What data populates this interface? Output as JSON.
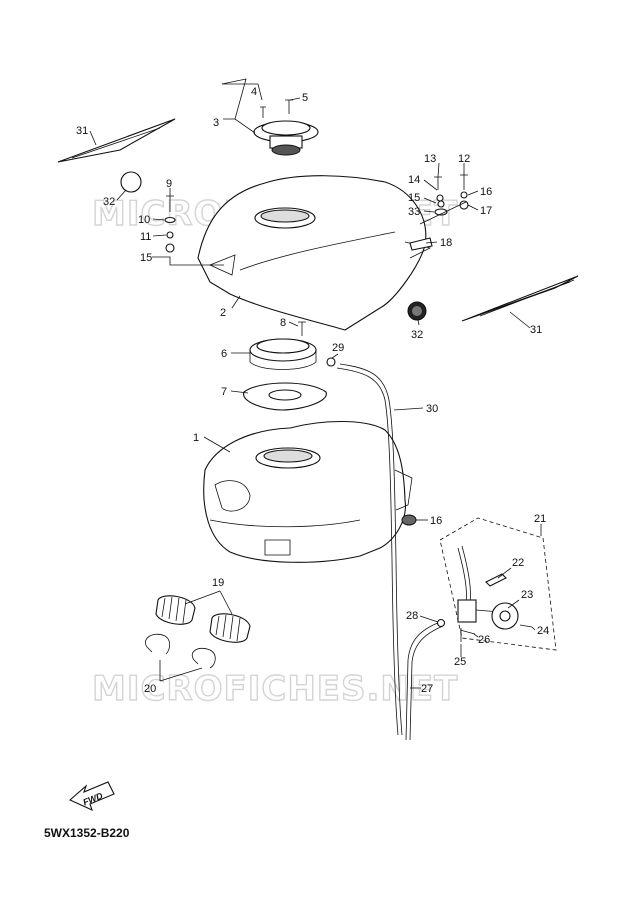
{
  "watermark": "MICROFICHES.NET",
  "diagram_code": "5WX1352-B220",
  "fwd_label": "FWD",
  "callouts": [
    "1",
    "2",
    "3",
    "4",
    "5",
    "6",
    "7",
    "8",
    "9",
    "10",
    "11",
    "12",
    "13",
    "14",
    "15",
    "16",
    "17",
    "18",
    "19",
    "20",
    "21",
    "22",
    "23",
    "24",
    "25",
    "26",
    "27",
    "28",
    "29",
    "30",
    "31",
    "32",
    "33"
  ]
}
